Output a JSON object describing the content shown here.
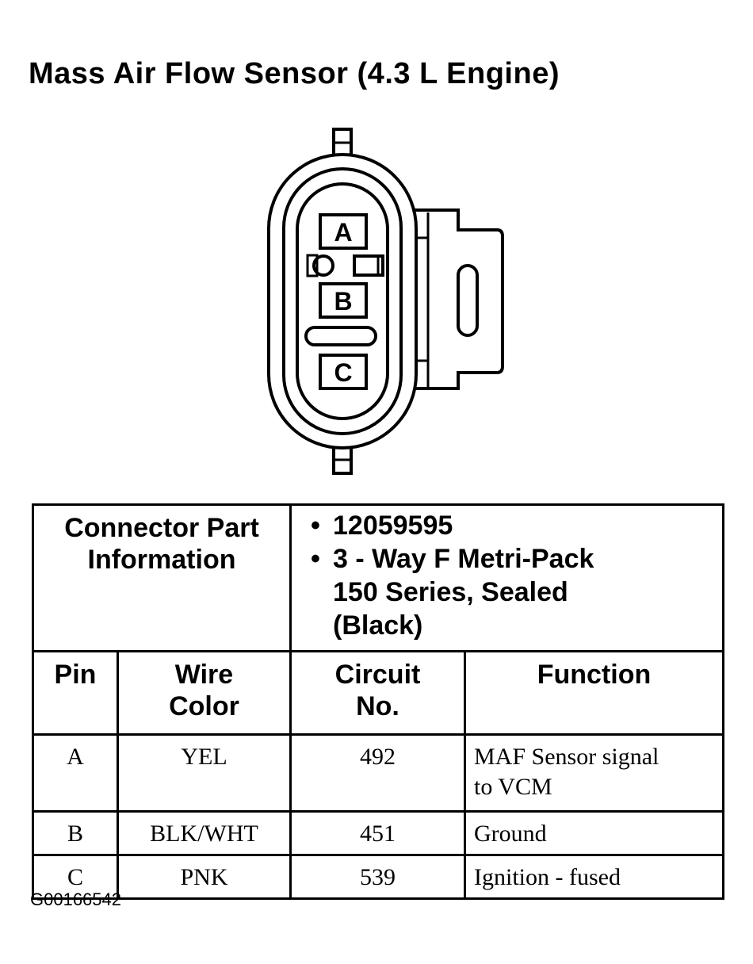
{
  "title": "Mass Air Flow Sensor (4.3 L Engine)",
  "connector": {
    "pins": [
      "A",
      "B",
      "C"
    ]
  },
  "part_info": {
    "label": "Connector Part Information",
    "part_number": "12059595",
    "description_line1": "3 - Way F Metri-Pack",
    "description_line2": "150 Series, Sealed",
    "description_line3": "(Black)",
    "bullet": "•"
  },
  "table": {
    "headers": {
      "pin": "Pin",
      "wire_color_line1": "Wire",
      "wire_color_line2": "Color",
      "circuit_line1": "Circuit",
      "circuit_line2": "No.",
      "function": "Function"
    },
    "rows": [
      {
        "pin": "A",
        "wire_color": "YEL",
        "circuit": "492",
        "function_line1": "MAF Sensor signal",
        "function_line2": "to VCM"
      },
      {
        "pin": "B",
        "wire_color": "BLK/WHT",
        "circuit": "451",
        "function_line1": "Ground",
        "function_line2": ""
      },
      {
        "pin": "C",
        "wire_color": "PNK",
        "circuit": "539",
        "function_line1": "Ignition - fused",
        "function_line2": ""
      }
    ]
  },
  "figure_id": "G00166542"
}
